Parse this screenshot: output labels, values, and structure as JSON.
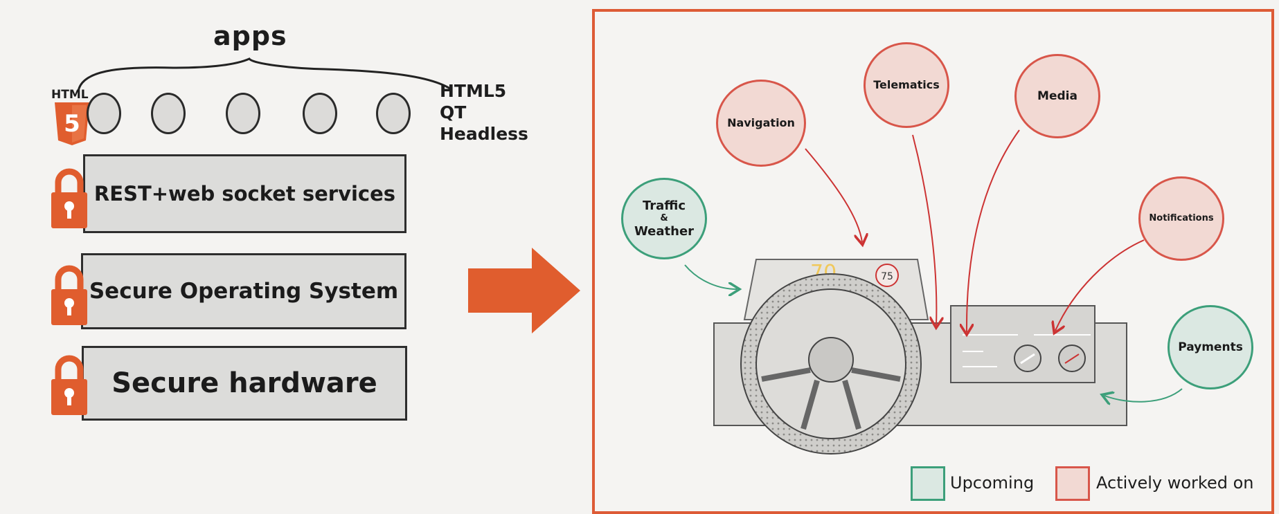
{
  "left_stack": {
    "apps_title": "apps",
    "html_label": "HTML",
    "html_badge": "5",
    "app_types": [
      "HTML5",
      "QT",
      "Headless"
    ],
    "layers": [
      {
        "label": "REST+web socket services"
      },
      {
        "label": "Secure Operating System"
      },
      {
        "label": "Secure hardware"
      }
    ]
  },
  "diagram": {
    "features": {
      "traffic_weather": {
        "line1": "Traffic",
        "line2": "&",
        "line3": "Weather",
        "status": "upcoming"
      },
      "navigation": {
        "label": "Navigation",
        "status": "active"
      },
      "telematics": {
        "label": "Telematics",
        "status": "active"
      },
      "media": {
        "label": "Media",
        "status": "active"
      },
      "notifications": {
        "label": "Notifications",
        "status": "active"
      },
      "payments": {
        "label": "Payments",
        "status": "upcoming"
      }
    },
    "hud": {
      "speed": "70",
      "limit": "75"
    },
    "legend": {
      "upcoming": "Upcoming",
      "active": "Actively worked on"
    }
  },
  "colors": {
    "accent": "#dd5b36",
    "active_fill": "#f2d9d3",
    "active_border": "#d8564a",
    "upcoming_fill": "#dbe8e2",
    "upcoming_border": "#3c9f7a"
  }
}
